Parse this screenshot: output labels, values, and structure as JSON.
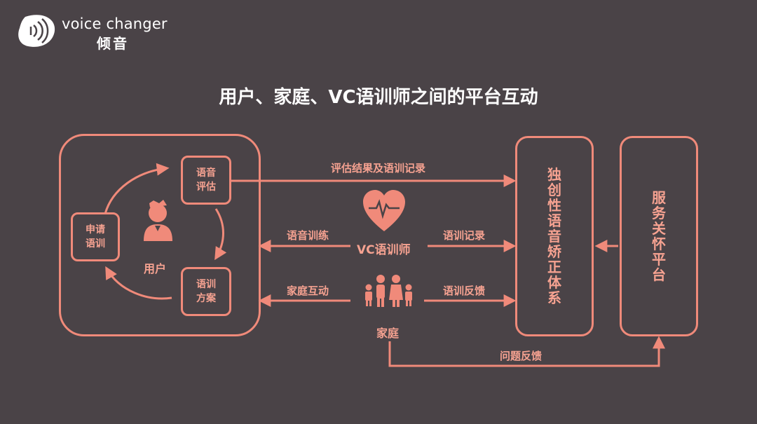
{
  "brand": {
    "name": "voice changer",
    "cn": "倾音"
  },
  "title": "用户、家庭、VC语训师之间的平台互动",
  "user_box": {
    "label": "用户",
    "nodes": {
      "assess": "语音评估",
      "apply": "申请语训",
      "plan": "语训方案"
    }
  },
  "arrows": {
    "assess_results": "评估结果及语训记录",
    "voice_training": "语音训练",
    "training_records": "语训记录",
    "family_interaction": "家庭互动",
    "training_feedback": "语训反馈",
    "issue_feedback": "问题反馈"
  },
  "vc_trainer": "VC语训师",
  "family": "家庭",
  "system_box": "独创性语音矫正体系",
  "service_box": "服务关怀平台",
  "colors": {
    "accent": "#f08a7a",
    "background": "#4a4347"
  }
}
